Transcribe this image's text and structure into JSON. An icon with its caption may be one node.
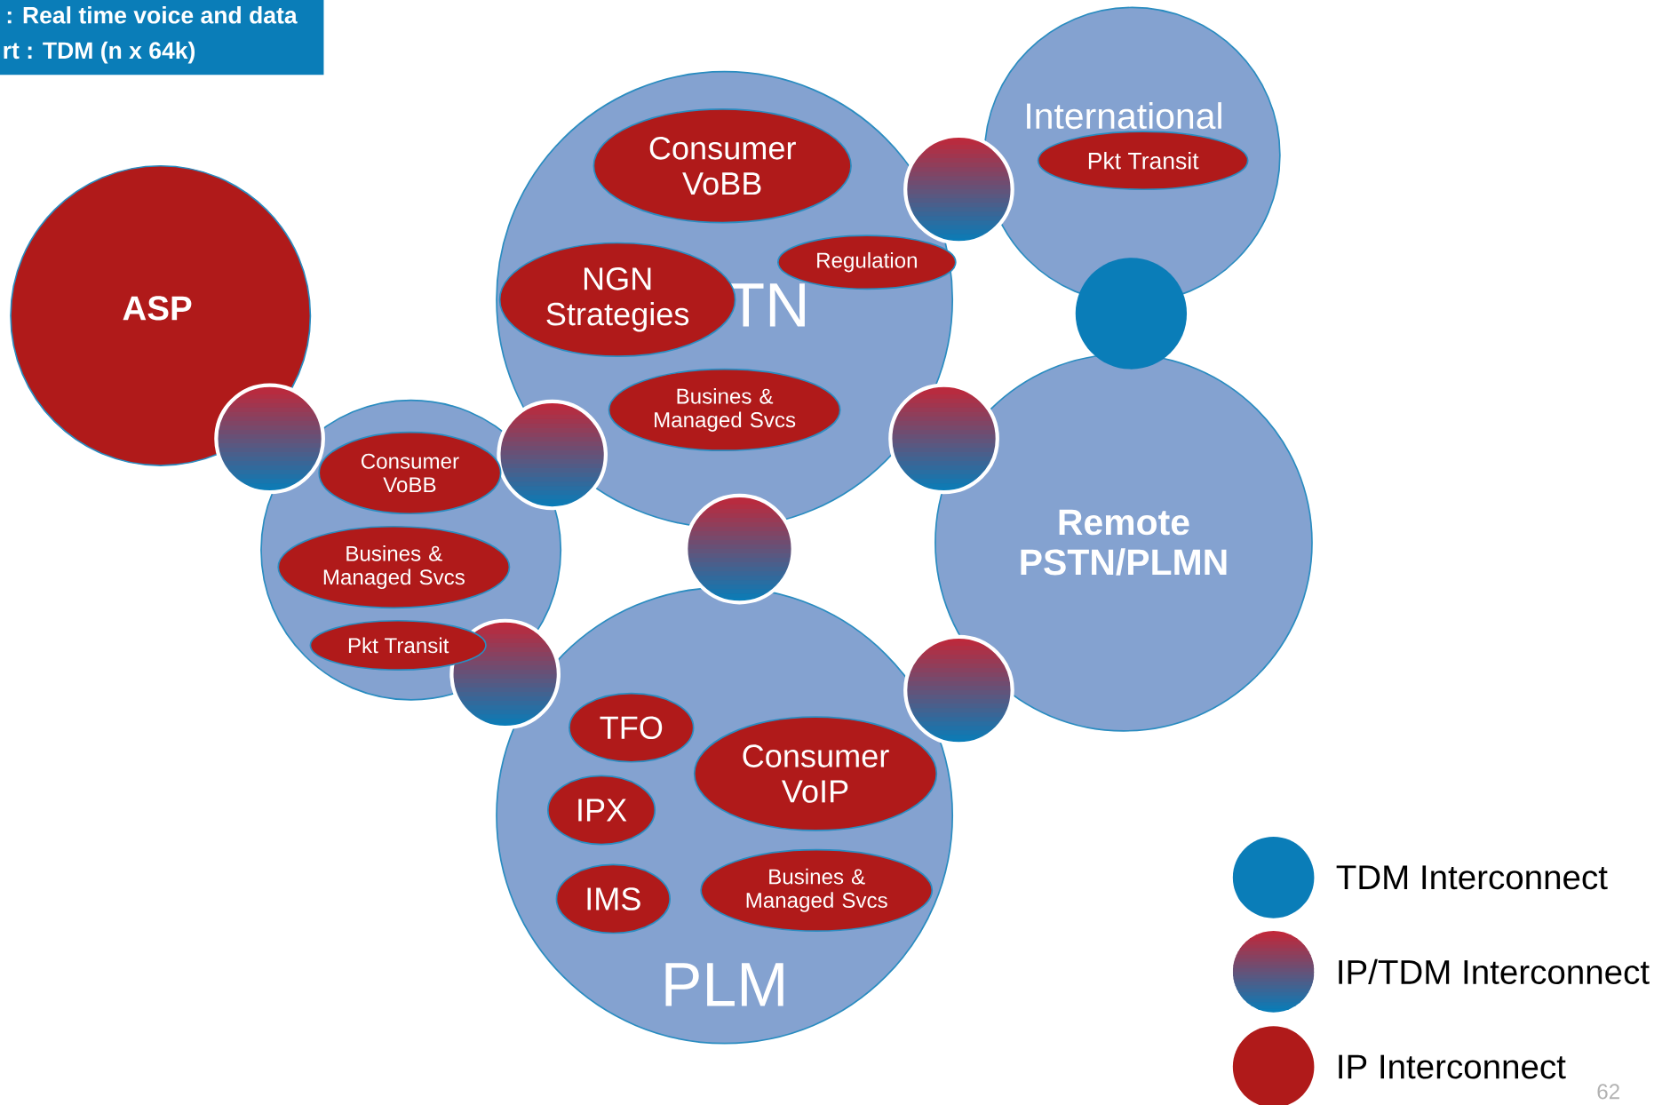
{
  "diagram": {
    "nodes": [
      {
        "text": [
          ":   Real time voice and data",
          "rt : TDM (n x 64k)"
        ]
      },
      {
        "text": [
          "ASP"
        ]
      },
      {
        "text": [
          "TN"
        ]
      },
      {
        "text": [
          "Consumer VoBB"
        ],
        "in": 2
      },
      {
        "text": [
          "NGN Strategies"
        ],
        "in": 2
      },
      {
        "text": [
          "Regulation"
        ],
        "in": 2
      },
      {
        "text": [
          "Busines & Managed Svcs"
        ],
        "in": 2
      },
      {
        "text": [
          "International"
        ]
      },
      {
        "text": [
          "Pkt Transit"
        ],
        "in": 7
      },
      {
        "text": [],
        "shape": "circle"
      },
      {
        "text": [
          "Consumer VoBB"
        ],
        "in": 9
      },
      {
        "text": [
          "Busines & Managed Svcs"
        ],
        "in": 9
      },
      {
        "text": [
          "Pkt Transit"
        ],
        "in": 9
      },
      {
        "text": [
          "Remote PSTN/PLMN"
        ]
      },
      {
        "text": [
          "PLM"
        ]
      },
      {
        "text": [
          "TFO"
        ],
        "in": 14
      },
      {
        "text": [
          "Consumer VoIP"
        ],
        "in": 14
      },
      {
        "text": [
          "IPX"
        ],
        "in": 14
      },
      {
        "text": [
          "IMS"
        ],
        "in": 14
      },
      {
        "text": [
          "Busines & Managed Svcs"
        ],
        "in": 14
      },
      {
        "text": [],
        "shape": "circle"
      },
      {
        "text": [],
        "shape": "circle"
      },
      {
        "text": [],
        "shape": "circle"
      },
      {
        "text": [],
        "shape": "circle"
      },
      {
        "text": [],
        "shape": "circle"
      },
      {
        "text": [],
        "shape": "circle"
      },
      {
        "text": [],
        "shape": "circle"
      },
      {
        "text": [],
        "shape": "circle"
      }
    ],
    "labels": [
      "62"
    ],
    "legend": [
      {
        "text": "TDM Interconnect",
        "color": "#0a7db8"
      },
      {
        "text": "IP/TDM Interconnect"
      },
      {
        "text": "IP Interconnect",
        "color": "#b01a1a"
      }
    ]
  }
}
